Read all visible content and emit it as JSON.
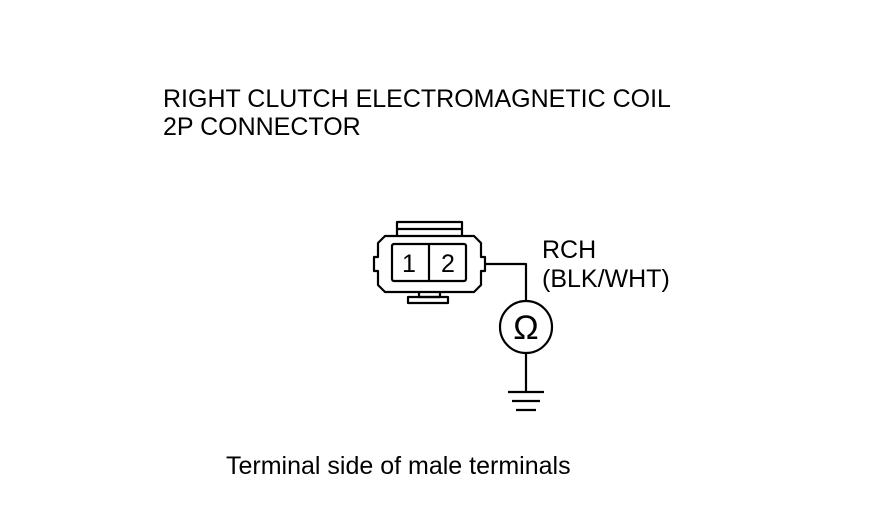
{
  "title": {
    "line1": "RIGHT CLUTCH ELECTROMAGNETIC COIL",
    "line2": "2P CONNECTOR"
  },
  "connector": {
    "pin1": "1",
    "pin2": "2"
  },
  "wire": {
    "name": "RCH",
    "color": "(BLK/WHT)"
  },
  "meter": {
    "symbol": "Ω",
    "icon": "ohmmeter-icon"
  },
  "ground": {
    "icon": "ground-icon"
  },
  "caption": "Terminal side of male terminals"
}
